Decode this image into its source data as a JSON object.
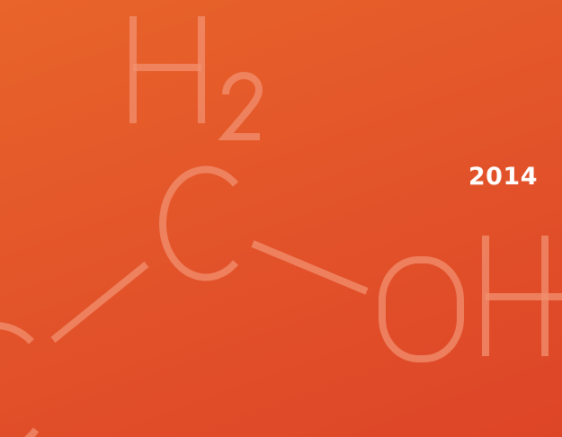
{
  "cover": {
    "year": "2014",
    "watermark": {
      "h": "H",
      "subscript": "2",
      "carbon": "C",
      "hydroxyl": "OH",
      "left_carbon": "C"
    }
  },
  "colors": {
    "background_start": "#e8642a",
    "background_end": "#dd4527",
    "watermark_stroke": "#f29070",
    "year_text": "#ffffff"
  }
}
